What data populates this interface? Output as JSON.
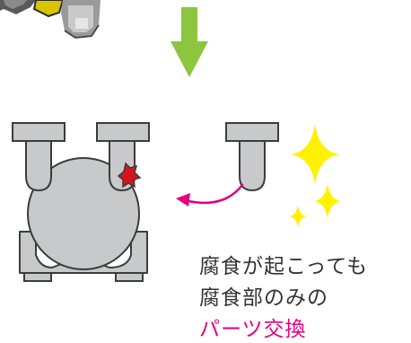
{
  "caption": {
    "line1": "腐食が起こっても",
    "line2": "腐食部のみの",
    "line3": "パーツ交換"
  },
  "colors": {
    "part_gray": "#c8c9ca",
    "outline": "#3c3c3c",
    "arrow_green": "#8cc63f",
    "accent_magenta": "#e4007f",
    "sparkle_yellow": "#fff100",
    "corrosion_red": "#d7141e",
    "text_dark": "#333333"
  },
  "icons": {
    "top_image": "corroded-part-photo",
    "down_arrow": "down-arrow-icon",
    "pump_body": "pump-body-illustration",
    "replacement_part": "t-shaped-pipe-part",
    "corrosion_spot": "corrosion-spot-icon",
    "return_arrow": "curved-arrow-icon",
    "sparkles": "sparkle-icon"
  }
}
